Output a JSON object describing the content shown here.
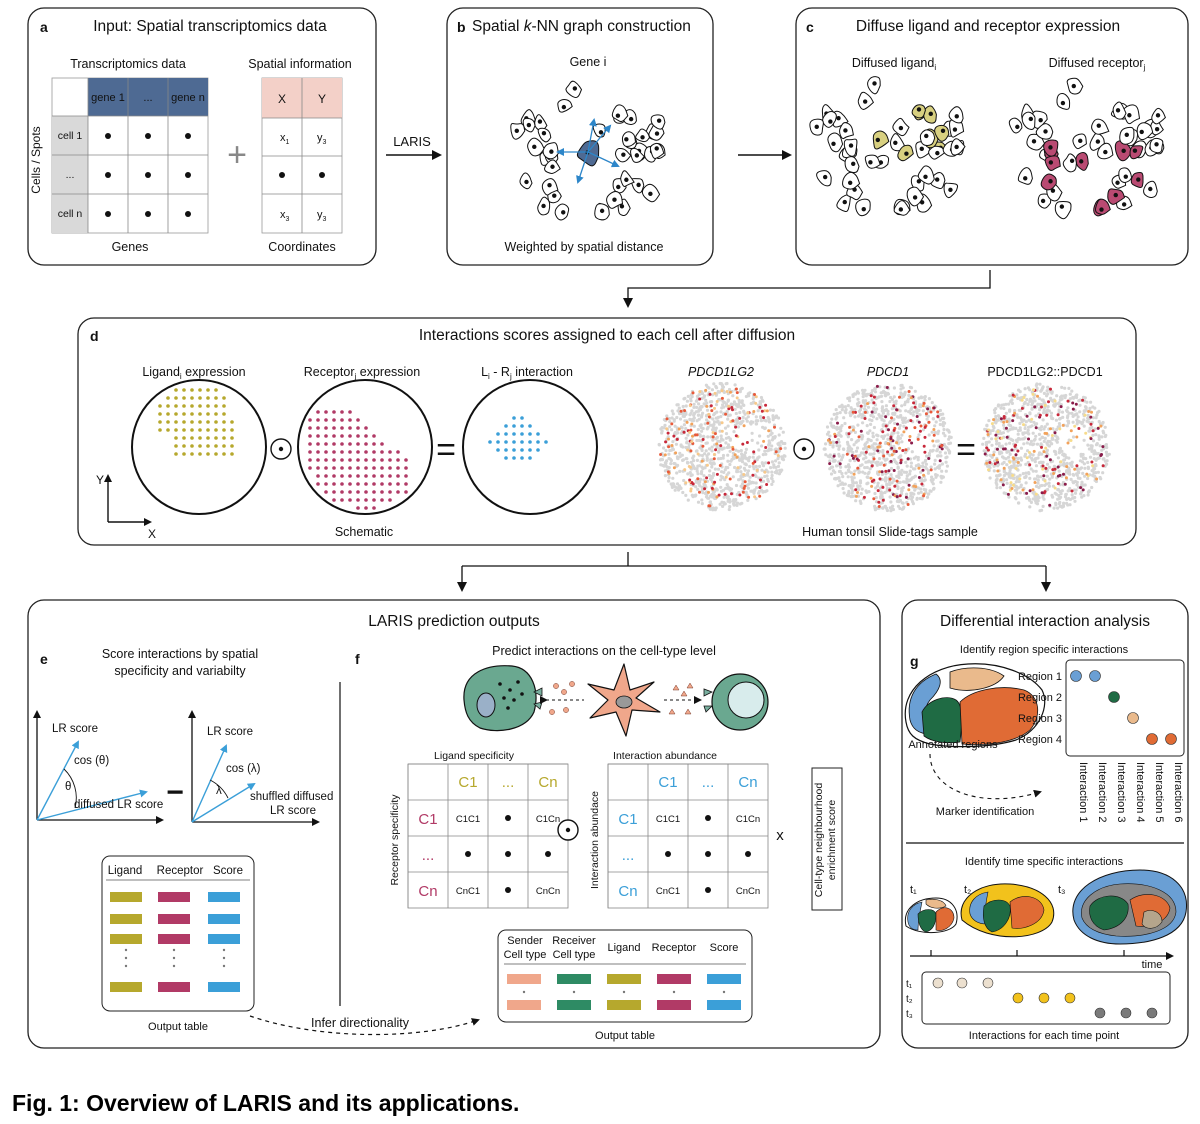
{
  "colors": {
    "ligand": "#b6a82d",
    "receptor": "#b13a66",
    "interaction": "#3b9fd8",
    "header_blue": "#4e6a93",
    "header_pink": "#f3d0c8",
    "gray_cell": "#d9d9d9",
    "sender": "#f0a78b",
    "receiver": "#2e8b64",
    "ligand_fill": "#d8d080",
    "receptor_fill": "#b94a72",
    "region_blue": "#6a9fd4",
    "region_green": "#1f6b44",
    "region_orange": "#e06b35",
    "region_peach": "#eaba8c",
    "time_yellow": "#f2c21c"
  },
  "panel_a": {
    "letter": "a",
    "title": "Input: Spatial transcriptomics data",
    "transcriptomics_label": "Transcriptomics data",
    "spatial_label": "Spatial information",
    "gene_headers": [
      "gene 1",
      "...",
      "gene n"
    ],
    "row_labels": [
      "cell 1",
      "...",
      "cell n"
    ],
    "y_axis": "Cells / Spots",
    "genes_label": "Genes",
    "coord_headers": [
      "X",
      "Y"
    ],
    "coordinates_label": "Coordinates",
    "plus": "+"
  },
  "laris_arrow_label": "LARIS",
  "panel_b": {
    "letter": "b",
    "title_pre": "Spatial ",
    "title_k": "k",
    "title_post": "-NN graph construction",
    "gene_label": "Gene i",
    "footer": "Weighted by spatial distance"
  },
  "panel_c": {
    "letter": "c",
    "title": "Diffuse ligand and receptor expression",
    "ligand_label": "Diffused ligand",
    "ligand_sub": "i",
    "receptor_label": "Diffused receptor",
    "receptor_sub": "j"
  },
  "panel_d": {
    "letter": "d",
    "title": "Interactions scores assigned to each cell after diffusion",
    "ligand_label": "Ligand",
    "ligand_sub": "i",
    "ligand_suffix": " expression",
    "receptor_label": "Receptor",
    "receptor_sub": "j",
    "receptor_suffix": " expression",
    "inter_l": "L",
    "inter_sub_i": "i",
    "inter_mid": " - R",
    "inter_sub_j": "j",
    "inter_suffix": " interaction",
    "odot": "⊙",
    "equals": "=",
    "axis_y": "Y",
    "axis_x": "X",
    "schematic_label": "Schematic",
    "gene1": "PDCD1LG2",
    "gene2": "PDCD1",
    "pair": "PDCD1LG2::PDCD1",
    "tonsil_label": "Human tonsil Slide-tags sample"
  },
  "panel_outputs": {
    "title": "LARIS prediction outputs",
    "e_letter": "e",
    "e_title_1": "Score interactions by spatial",
    "e_title_2": "specificity and variabilty",
    "lr_score": "LR score",
    "cos_theta": "cos (θ)",
    "theta": "θ",
    "diffused_lr": "diffused LR score",
    "minus": "−",
    "cos_lambda": "cos (λ)",
    "lambda": "λ",
    "shuffled_1": "shuffled diffused",
    "shuffled_2": "LR score",
    "table_headers": [
      "Ligand",
      "Receptor",
      "Score"
    ],
    "output_table": "Output table",
    "infer": "Infer directionality",
    "f_letter": "f",
    "f_title": "Predict interactions on the cell-type level",
    "ligand_spec": "Ligand specificity",
    "receptor_spec": "Receptor specificity",
    "lig_cols": [
      "C1",
      "...",
      "Cn"
    ],
    "rec_rows": [
      "C1",
      "...",
      "Cn"
    ],
    "spec_cells": [
      [
        "C1C1",
        "•",
        "C1Cn"
      ],
      [
        "•",
        "•",
        "•"
      ],
      [
        "CnC1",
        "•",
        "CnCn"
      ]
    ],
    "inter_abund": "Interaction abundance",
    "inter_abund_side": "Interaction abundace",
    "ab_cols": [
      "C1",
      "...",
      "Cn"
    ],
    "ab_rows": [
      "C1",
      "...",
      "Cn"
    ],
    "times": "x",
    "enrich_1": "Cell-type neighbourhood",
    "enrich_2": "enrichment score",
    "out_headers": [
      "Sender",
      "Cell type",
      "Receiver",
      "Cell type",
      "Ligand",
      "Receptor",
      "Score"
    ],
    "output_table_2": "Output table"
  },
  "panel_g": {
    "title": "Differential interaction analysis",
    "letter": "g",
    "region_title": "Identify region specific interactions",
    "regions": [
      "Region 1",
      "Region 2",
      "Region 3",
      "Region 4"
    ],
    "interactions": [
      "Interaction 1",
      "Interaction 2",
      "Interaction 3",
      "Interaction 4",
      "Interaction 5",
      "Interaction 6"
    ],
    "annotated": "Annotated regions",
    "marker": "Marker identification",
    "time_title": "Identify time specific interactions",
    "t_labels": [
      "t₁",
      "t₂",
      "t₃"
    ],
    "time_axis": "time",
    "time_footer": "Interactions for each time point"
  },
  "caption": "Fig. 1: Overview of LARIS and its applications."
}
